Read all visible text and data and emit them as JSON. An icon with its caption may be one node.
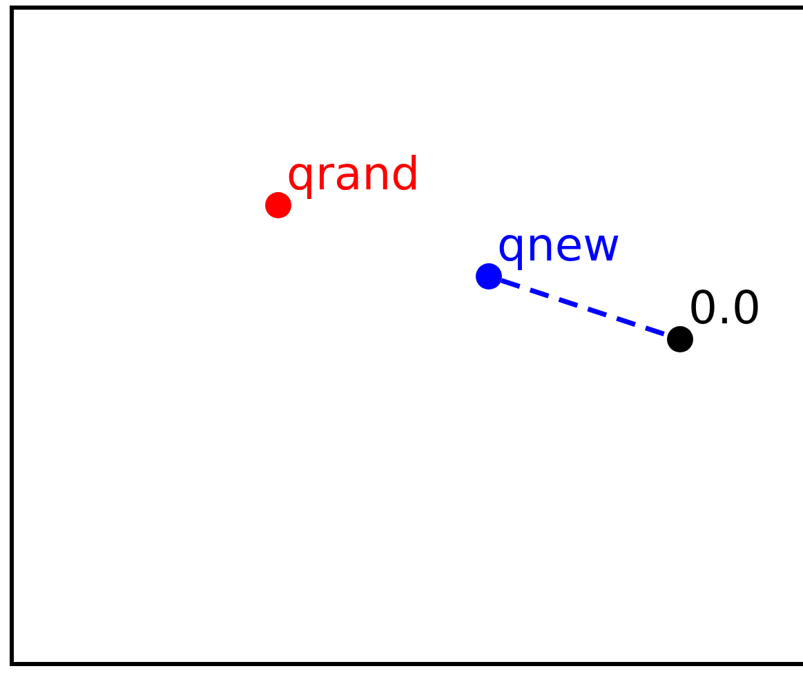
{
  "diagram": {
    "nodes": [
      {
        "text": [],
        "shape": "circle",
        "beside": [
          "qrand"
        ]
      },
      {
        "text": [],
        "shape": "circle",
        "beside": [
          "qnew"
        ]
      },
      {
        "text": [],
        "shape": "circle",
        "beside": [
          "0.0"
        ]
      }
    ],
    "edges": [
      {
        "from": 1,
        "to": 2,
        "arrow": "none",
        "style": "dashed",
        "color": "#0000ff"
      }
    ]
  }
}
